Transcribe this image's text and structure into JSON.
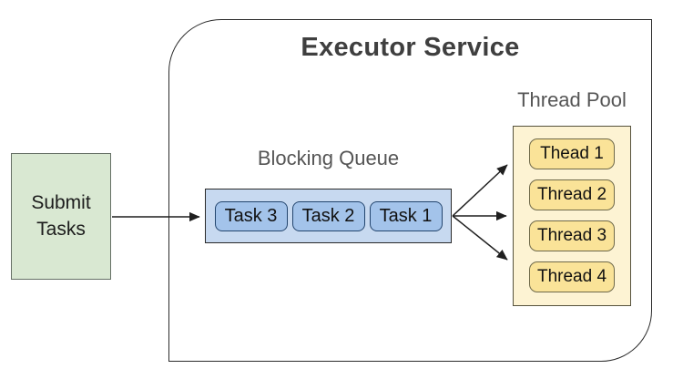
{
  "diagram": {
    "title": "Executor Service",
    "submit_box": {
      "label": "Submit Tasks"
    },
    "blocking_queue": {
      "label": "Blocking Queue",
      "tasks": [
        "Task 3",
        "Task 2",
        "Task 1"
      ]
    },
    "thread_pool": {
      "label": "Thread Pool",
      "threads": [
        "Thead 1",
        "Thread 2",
        "Thread 3",
        "Thread 4"
      ]
    },
    "arrows": [
      "submit-to-queue",
      "queue-to-pool-top",
      "queue-to-pool-middle",
      "queue-to-pool-bottom"
    ]
  },
  "colors": {
    "container_border": "#2b2b2b",
    "title_text": "#3f3f3f",
    "label_text": "#555555",
    "submit_fill": "#d9e8d2",
    "submit_border": "#667066",
    "queue_fill": "#c7d9f0",
    "queue_border": "#2a2a2a",
    "task_fill": "#a3c3ea",
    "task_border": "#23456e",
    "pool_fill": "#fdf3d3",
    "pool_border": "#56523d",
    "thread_fill": "#fae398",
    "thread_border": "#6f6949",
    "arrow": "#1f1f1f"
  }
}
